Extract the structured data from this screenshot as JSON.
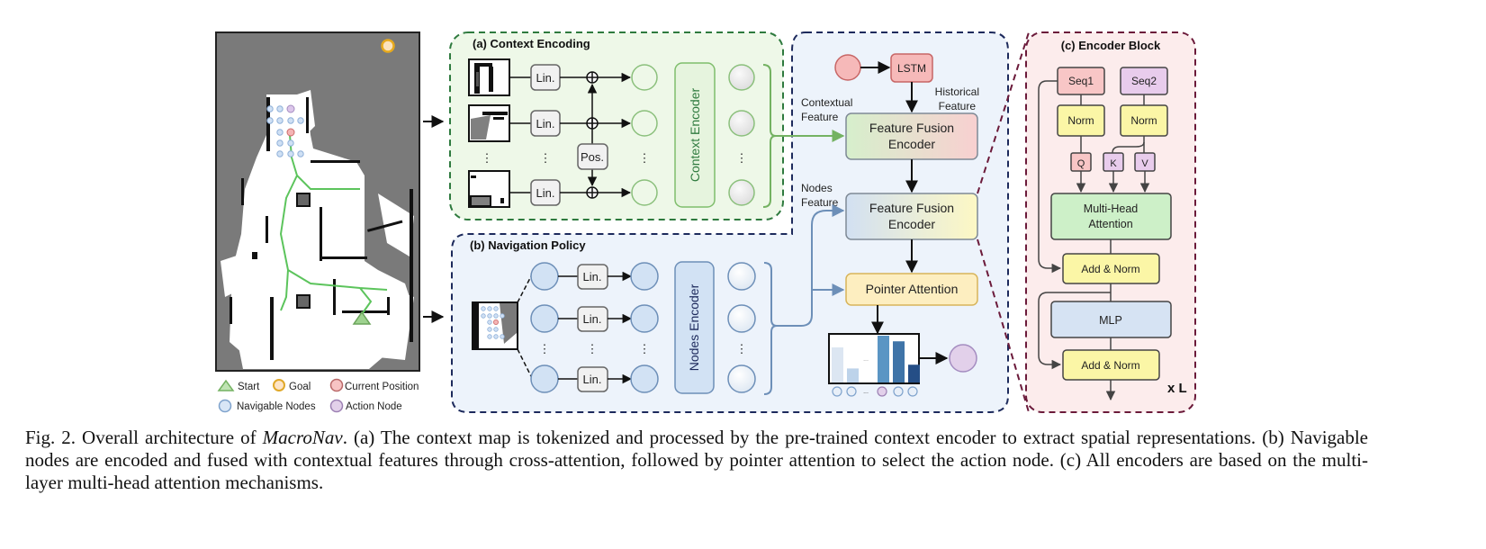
{
  "map_legend": {
    "start": "Start",
    "goal": "Goal",
    "current_position": "Current Position",
    "navigable_nodes": "Navigable Nodes",
    "action_node": "Action Node"
  },
  "context_encoding": {
    "title": "(a) Context Encoding",
    "lin_label": "Lin.",
    "pos_label": "Pos.",
    "encoder_label": "Context Encoder",
    "ellipsis": "⋮"
  },
  "navigation_policy": {
    "title": "(b) Navigation Policy",
    "lin_label": "Lin.",
    "encoder_label": "Nodes Encoder",
    "ellipsis": "⋮"
  },
  "fusion": {
    "lstm_label": "LSTM",
    "contextual_feature_label": [
      "Contextual",
      "Feature"
    ],
    "historical_feature_label": [
      "Historical",
      "Feature"
    ],
    "nodes_feature_label": [
      "Nodes",
      "Feature"
    ],
    "fusion_encoder_1": [
      "Feature Fusion",
      "Encoder"
    ],
    "fusion_encoder_2": [
      "Feature Fusion",
      "Encoder"
    ],
    "pointer_attention": "Pointer Attention",
    "bar_ellipsis": "...",
    "bar_values": [
      0.75,
      0.3,
      1.0,
      0.88,
      0.38
    ],
    "bar_colors": [
      "#dce6f2",
      "#bdd3ea",
      "#5a95c4",
      "#3f74a8",
      "#254e86"
    ]
  },
  "encoder_block": {
    "title": "(c) Encoder Block",
    "seq1": "Seq1",
    "seq2": "Seq2",
    "norm": "Norm",
    "q": "Q",
    "k": "K",
    "v": "V",
    "mha": [
      "Multi-Head",
      "Attention"
    ],
    "add_norm": "Add & Norm",
    "mlp": "MLP",
    "repeat": "x L"
  },
  "caption": {
    "prefix": "Fig. 2.  Overall architecture of ",
    "model_name": "MacroNav",
    "body": ". (a) The context map is tokenized and processed by the pre-trained context encoder to extract spatial representations. (b) Navigable nodes are encoded and fused with contextual features through cross-attention, followed by pointer attention to select the action node. (c) All encoders are based on the multi-layer multi-head attention mechanisms."
  }
}
